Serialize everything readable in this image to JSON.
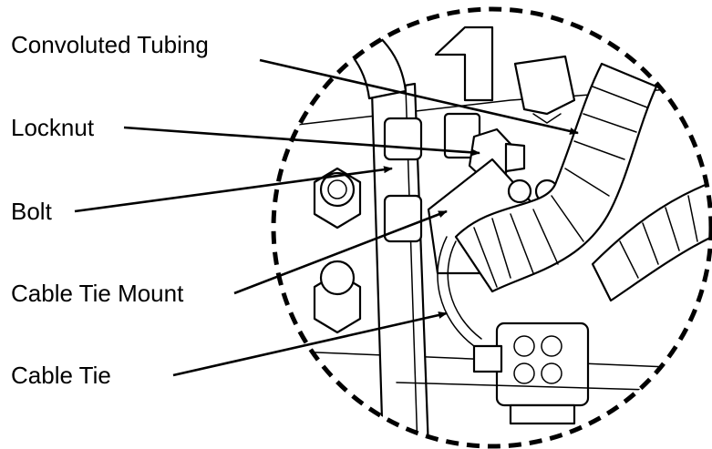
{
  "callouts": [
    {
      "id": "convoluted-tubing",
      "label": "Convoluted Tubing"
    },
    {
      "id": "locknut",
      "label": "Locknut"
    },
    {
      "id": "bolt",
      "label": "Bolt"
    },
    {
      "id": "cable-tie-mount",
      "label": "Cable Tie Mount"
    },
    {
      "id": "cable-tie",
      "label": "Cable Tie"
    }
  ],
  "colors": {
    "line": "#000000",
    "background": "#ffffff"
  }
}
